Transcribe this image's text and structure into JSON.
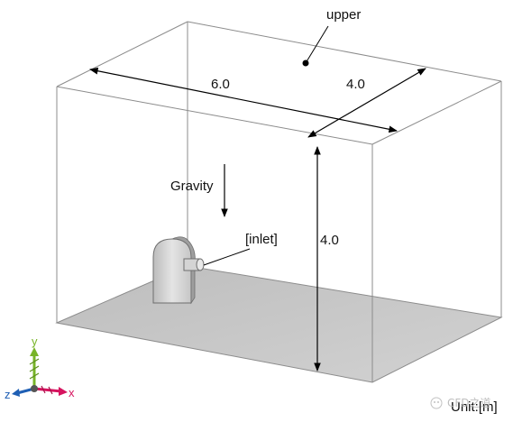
{
  "labels": {
    "upper": "upper",
    "length": "6.0",
    "depth": "4.0",
    "height": "4.0",
    "gravity": "Gravity",
    "inlet": "[inlet]",
    "unit": "Unit:[m]"
  },
  "axes": {
    "x": "x",
    "y": "y",
    "z": "z"
  },
  "watermark": {
    "text": "CFD之道"
  },
  "colors": {
    "floor": "#c8c8c8",
    "box_edge": "#8c8c8c",
    "dimension_line": "#000000",
    "axis_x": "#d6145f",
    "axis_y": "#78b428",
    "axis_z": "#1f5fb4"
  }
}
